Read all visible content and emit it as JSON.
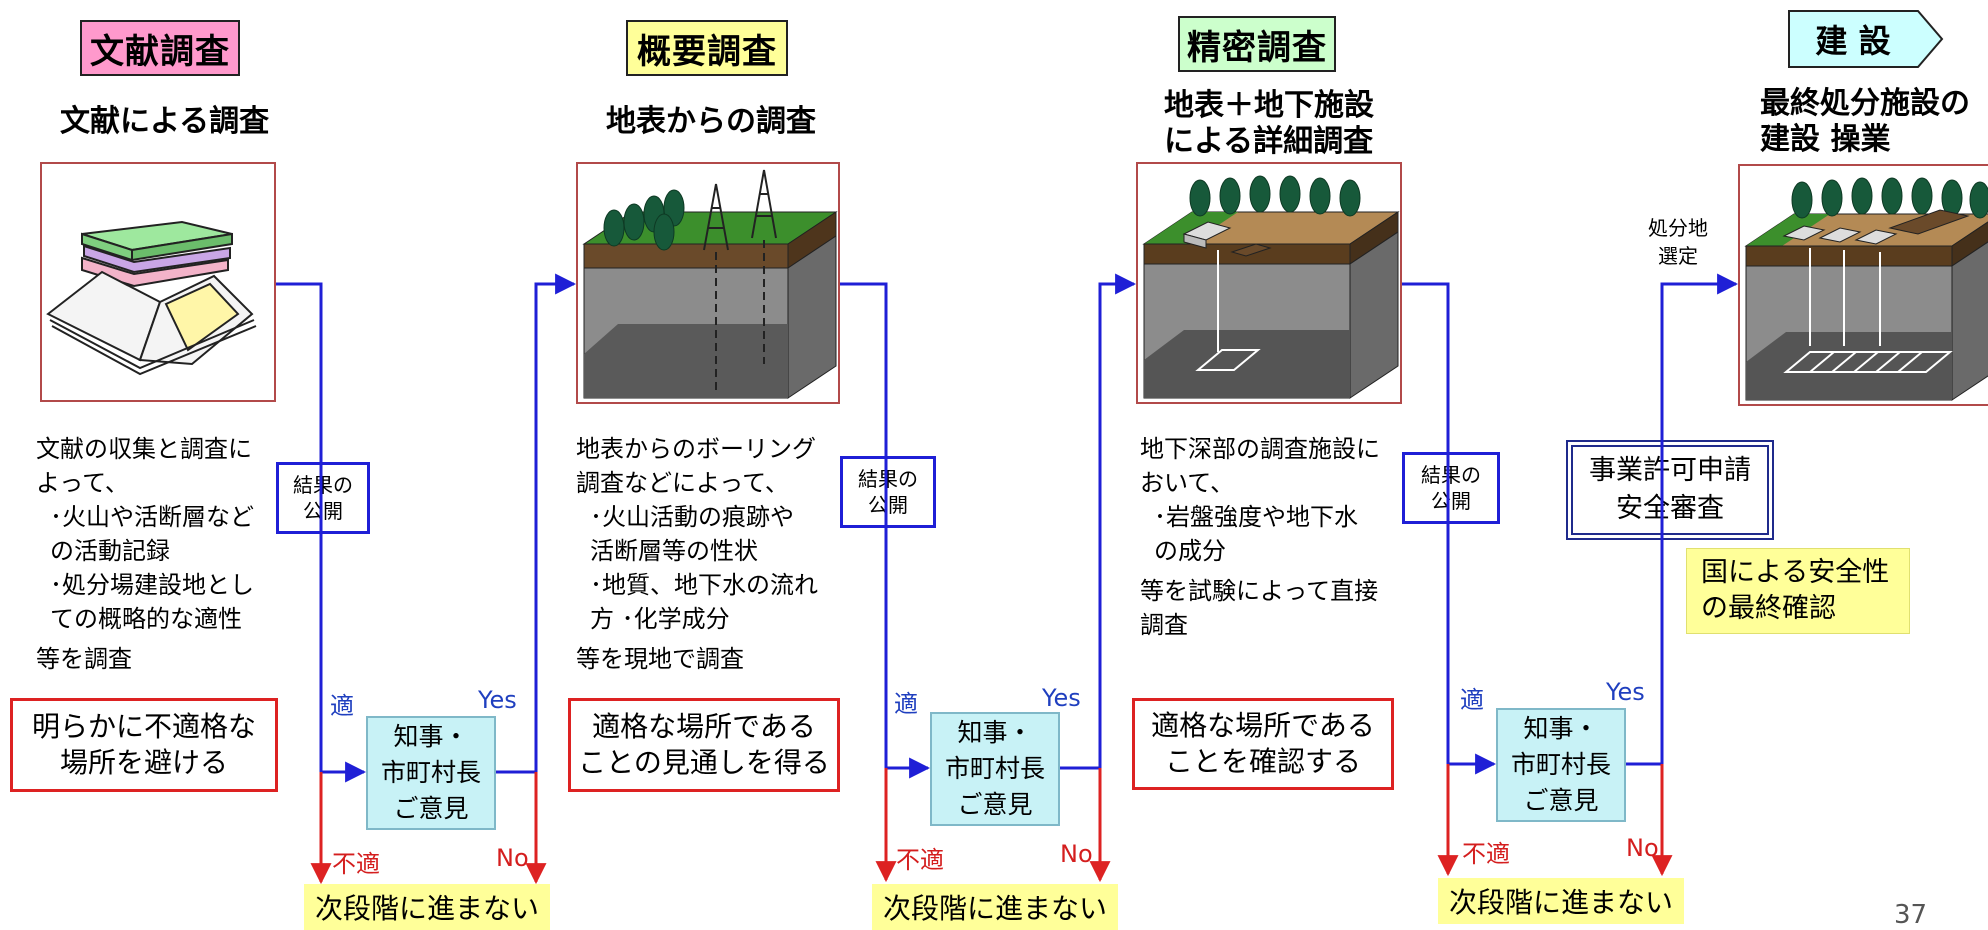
{
  "stages": [
    {
      "title": "文献調査",
      "title_bg": "#ff99cc",
      "subtitle": "文献による調査",
      "desc": [
        "文献の収集と調査に",
        "よって、",
        "･火山や活断層など",
        "の活動記録",
        "･処分場建設地とし",
        "ての概略的な適性",
        "等を調査"
      ],
      "goal": [
        "明らかに不適格な",
        "場所を避ける"
      ]
    },
    {
      "title": "概要調査",
      "title_bg": "#ffff99",
      "subtitle": "地表からの調査",
      "desc": [
        "地表からのボーリング",
        "調査などによって、",
        "･火山活動の痕跡や",
        "活断層等の性状",
        "･地質、地下水の流れ",
        "方 ･化学成分",
        "等を現地で調査"
      ],
      "goal": [
        "適格な場所である",
        "ことの見通しを得る"
      ]
    },
    {
      "title": "精密調査",
      "title_bg": "#ccffcc",
      "subtitle": [
        "地表＋地下施設",
        "による詳細調査"
      ],
      "desc": [
        "地下深部の調査施設に",
        "おいて、",
        "･岩盤強度や地下水",
        "の成分",
        "等を試験によって直接",
        "調査"
      ],
      "goal": [
        "適格な場所である",
        "ことを確認する"
      ]
    },
    {
      "title": "建 設",
      "title_bg": "#ccffff",
      "subtitle": [
        "最終処分施設の",
        "建設 操業"
      ]
    }
  ],
  "result_publication": [
    "結果の",
    "公開"
  ],
  "governor_box": [
    "知事・",
    "市町村長",
    "ご意見"
  ],
  "labels": {
    "suitable": "適",
    "yes": "Yes",
    "unsuitable": "不適",
    "no": "No"
  },
  "stop_box": "次段階に進まない",
  "site_selection": [
    "処分地",
    "選定"
  ],
  "license_box": [
    "事業許可申請",
    "安全審査"
  ],
  "national_check": [
    "国による安全性",
    "の最終確認"
  ],
  "page_number": "37",
  "colors": {
    "flow_blue": "#1f1fd6",
    "flow_red": "#dd2222",
    "stop_bg": "#ffff99",
    "gov_bg": "#c8f2f6"
  }
}
